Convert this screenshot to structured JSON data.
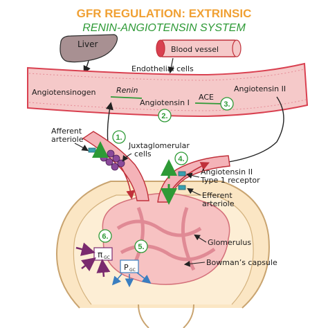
{
  "title": {
    "line1": "GFR REGULATION: EXTRINSIC",
    "line2": "RENIN-ANGIOTENSIN SYSTEM"
  },
  "labels": {
    "liver": "Liver",
    "blood_vessel": "Blood vessel",
    "endothelial_cells": "Endothelial cells",
    "angiotensinogen": "Angiotensinogen",
    "renin": "Renin",
    "angiotensin_1": "Angiotensin I",
    "ace": "ACE",
    "angiotensin_2": "Angiotensin II",
    "afferent_arteriole_1": "Afferent",
    "afferent_arteriole_2": "arteriole",
    "juxtaglomerular_1": "Juxtaglomerular",
    "juxtaglomerular_2": "cells",
    "receptor_1": "Angiotensin II",
    "receptor_2": "Type 1 receptor",
    "efferent_arteriole_1": "Efferent",
    "efferent_arteriole_2": "arteriole",
    "glomerulus": "Glomerulus",
    "bowmans_capsule": "Bowman’s capsule",
    "pi_gc": "π",
    "pi_gc_sub": "GC",
    "p_gc": "P",
    "p_gc_sub": "GC"
  },
  "steps": [
    "1.",
    "2.",
    "3.",
    "4.",
    "5.",
    "6."
  ],
  "colors": {
    "title_orange": "#f0a033",
    "subtitle_green": "#2e9a36",
    "vessel_fill": "#f5c9c9",
    "vessel_stroke": "#d94050",
    "liver_fill": "#a89092",
    "capsule_fill": "#fbe6c4",
    "arrow_green": "#2e9a36",
    "arrow_purple": "#7a2a6e",
    "arrow_blue": "#3a7ec0"
  }
}
